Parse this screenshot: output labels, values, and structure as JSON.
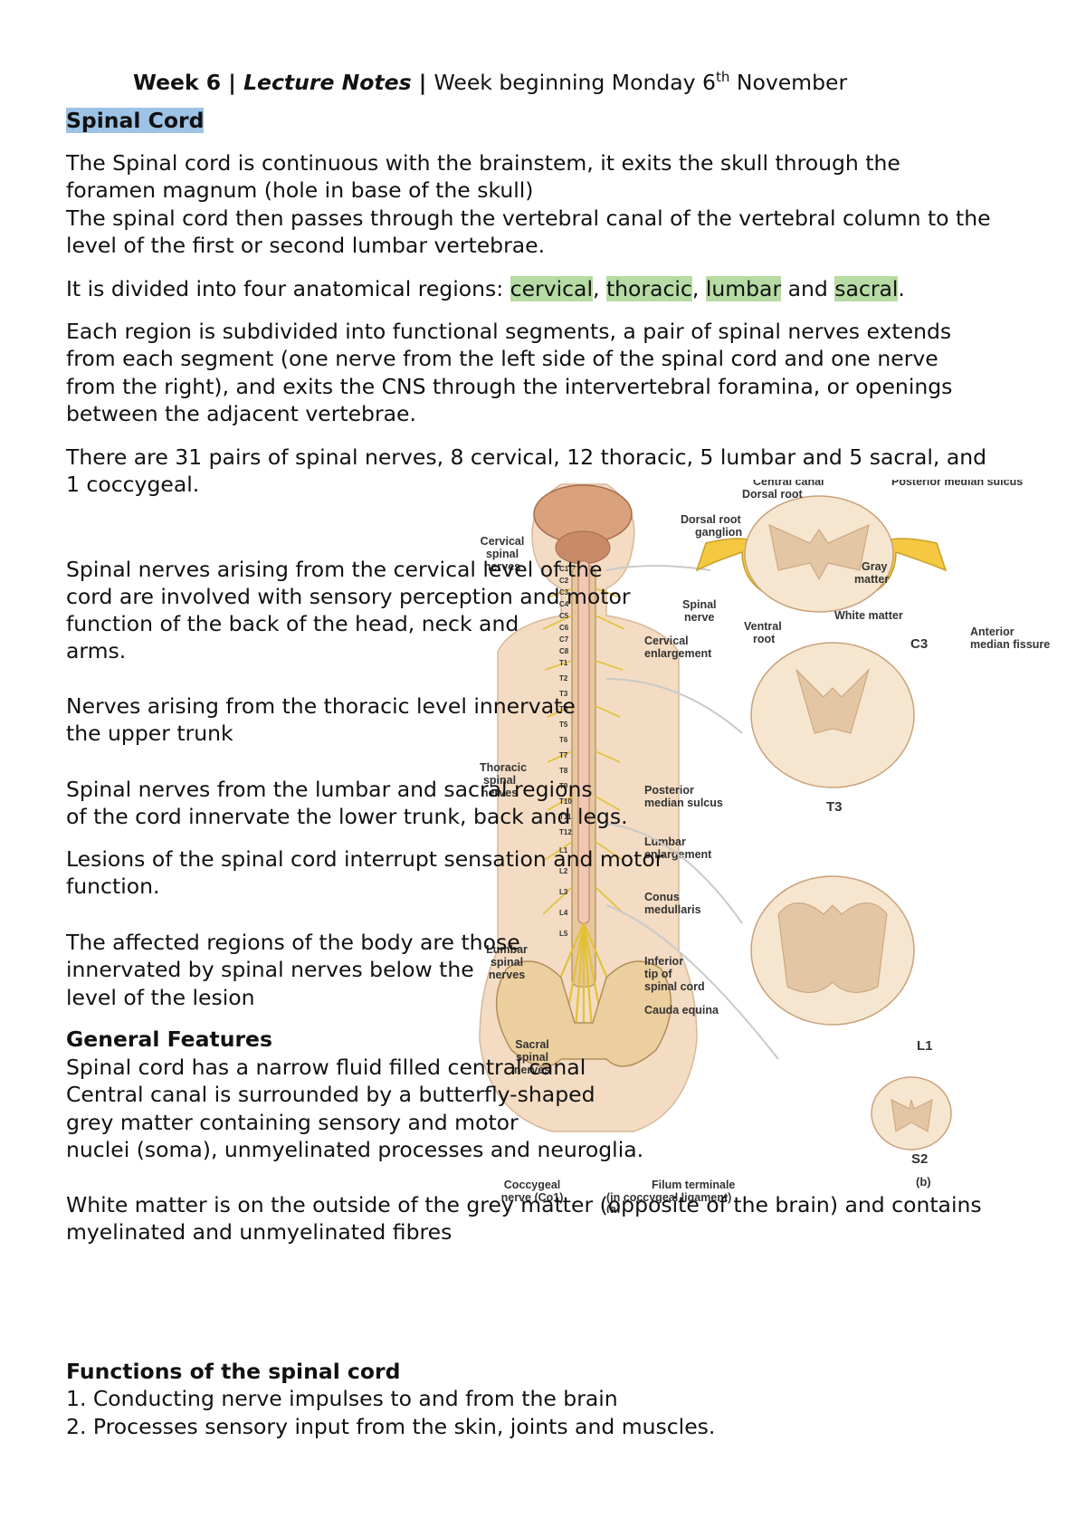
{
  "header": {
    "week": "Week 6",
    "sep1": " | ",
    "lecture": "Lecture Notes",
    "sep2": " | ",
    "week_beginning": "Week beginning Monday 6",
    "ordinal": "th",
    "month": " November"
  },
  "spinal_cord": {
    "heading": "Spinal Cord",
    "p1": [
      "The Spinal cord is continuous with the brainstem, it exits the skull through the",
      "foramen magnum (hole in base of the skull)",
      "The spinal cord then passes through the vertebral canal of the vertebral column to the",
      "level of the first or second lumbar vertebrae."
    ],
    "regions_intro": "It is divided into four anatomical regions: ",
    "regions": [
      "cervical",
      "thoracic",
      "lumbar",
      "sacral"
    ],
    "comma": ", ",
    "and": " and ",
    "period": ".",
    "p3": [
      "Each region is subdivided into functional segments, a pair of spinal nerves extends",
      "from each segment (one nerve from the left side of the spinal cord and one nerve",
      "from the right), and exits the CNS through the intervertebral foramina, or openings",
      "between the adjacent vertebrae."
    ],
    "p4": [
      "There are 31 pairs of spinal nerves, 8 cervical, 12 thoracic, 5 lumbar and 5 sacral, and",
      "1 coccygeal."
    ],
    "p5": [
      "Spinal nerves arising from the cervical level of the",
      "cord are involved with sensory perception and motor",
      "function of the back of the head, neck and",
      "arms."
    ],
    "p6": [
      "Nerves arising from the thoracic level innervate",
      "the upper trunk"
    ],
    "p7": [
      "Spinal nerves from the lumbar and sacral regions",
      "of the cord innervate the lower trunk, back and legs."
    ],
    "p8": [
      "Lesions of the spinal cord interrupt sensation and motor",
      "function."
    ],
    "p9": [
      "The affected regions of the body are those",
      "innervated by spinal nerves below the",
      "level of the lesion"
    ]
  },
  "general": {
    "heading": "General Features",
    "lines": [
      "Spinal cord has a narrow fluid filled central canal",
      "Central canal is surrounded by a butterfly-shaped",
      "grey matter containing sensory and motor",
      "nuclei (soma), unmyelinated processes and neuroglia."
    ],
    "white": [
      "White matter is on the outside of the grey matter (opposite of the brain) and contains",
      "myelinated and unmyelinated fibres"
    ]
  },
  "functions": {
    "heading": "Functions of the spinal cord",
    "items": [
      "1. Conducting nerve impulses to and from the brain",
      "2. Processes sensory input from the skin, joints and muscles."
    ]
  },
  "figure": {
    "labels": {
      "central_canal": "Central canal",
      "posterior_median_sulcus": "Posterior median sulcus",
      "dorsal_root": "Dorsal root",
      "dorsal_root_ganglion_1": "Dorsal root",
      "dorsal_root_ganglion_2": "ganglion",
      "gray_matter_1": "Gray",
      "gray_matter_2": "matter",
      "spinal_nerve_1": "Spinal",
      "spinal_nerve_2": "nerve",
      "white_matter": "White matter",
      "ventral_root_1": "Ventral",
      "ventral_root_2": "root",
      "anterior_median_fissure_1": "Anterior",
      "anterior_median_fissure_2": "median fissure",
      "c3": "C3",
      "cervical_enlargement_1": "Cervical",
      "cervical_enlargement_2": "enlargement",
      "cervical_spinal_nerves_1": "Cervical",
      "cervical_spinal_nerves_2": "spinal",
      "cervical_spinal_nerves_3": "nerves",
      "thoracic_spinal_nerves_1": "Thoracic",
      "thoracic_spinal_nerves_2": "spinal",
      "thoracic_spinal_nerves_3": "nerves",
      "posterior_median_sulcus_1": "Posterior",
      "posterior_median_sulcus_2": "median sulcus",
      "t3": "T3",
      "lumbar_enlargement_1": "Lumbar",
      "lumbar_enlargement_2": "enlargement",
      "conus_medullaris_1": "Conus",
      "conus_medullaris_2": "medullaris",
      "lumbar_spinal_nerves_1": "Lumbar",
      "lumbar_spinal_nerves_2": "spinal",
      "lumbar_spinal_nerves_3": "nerves",
      "inferior_tip_1": "Inferior",
      "inferior_tip_2": "tip of",
      "inferior_tip_3": "spinal cord",
      "cauda_equina": "Cauda equina",
      "l1": "L1",
      "sacral_spinal_nerves_1": "Sacral",
      "sacral_spinal_nerves_2": "spinal",
      "sacral_spinal_nerves_3": "nerves",
      "s2": "S2",
      "coccygeal_nerve_1": "Coccygeal",
      "coccygeal_nerve_2": "nerve (Co1)",
      "filum_terminale_1": "Filum terminale",
      "filum_terminale_2": "(in coccygeal ligament)",
      "fig_a": "(a)",
      "fig_b": "(b)",
      "seg_labels": [
        "C1",
        "C2",
        "C3",
        "C4",
        "C5",
        "C6",
        "C7",
        "C8",
        "T1",
        "T2",
        "T3",
        "T4",
        "T5",
        "T6",
        "T7",
        "T8",
        "T9",
        "T10",
        "T11",
        "T12",
        "L1",
        "L2",
        "L3",
        "L4",
        "L5"
      ]
    },
    "colors": {
      "bone": "#e9c9a0",
      "nerve": "#e8c93a",
      "cord": "#f2d8c6",
      "section": "#f6e6cf",
      "gray": "#e3c6a3"
    }
  }
}
